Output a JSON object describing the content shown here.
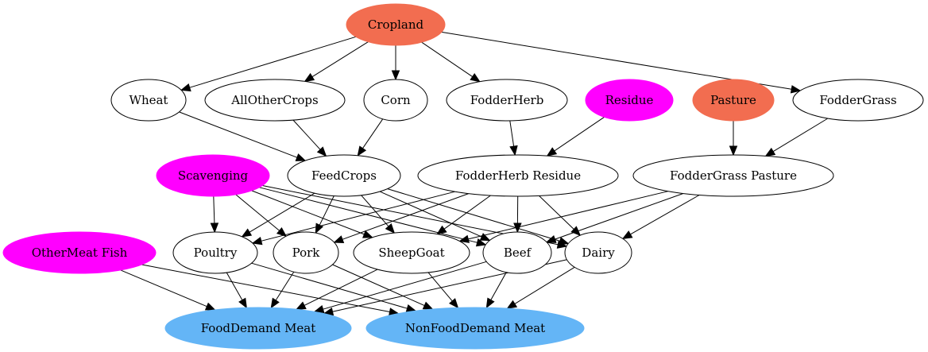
{
  "colors": {
    "land": "#f26d50",
    "side_input": "#ff00ff",
    "demand": "#64b5f6",
    "plain": "#ffffff",
    "stroke": "#000000"
  },
  "nodes": {
    "cropland": {
      "label": "Cropland",
      "kind": "land"
    },
    "wheat": {
      "label": "Wheat",
      "kind": "plain"
    },
    "all_other_crops": {
      "label": "AllOtherCrops",
      "kind": "plain"
    },
    "corn": {
      "label": "Corn",
      "kind": "plain"
    },
    "fodder_herb": {
      "label": "FodderHerb",
      "kind": "plain"
    },
    "residue": {
      "label": "Residue",
      "kind": "side_input"
    },
    "pasture": {
      "label": "Pasture",
      "kind": "land"
    },
    "fodder_grass": {
      "label": "FodderGrass",
      "kind": "plain"
    },
    "scavenging": {
      "label": "Scavenging",
      "kind": "side_input"
    },
    "feed_crops": {
      "label": "FeedCrops",
      "kind": "plain"
    },
    "fodder_herb_residue": {
      "label": "FodderHerb  Residue",
      "kind": "plain"
    },
    "fodder_grass_pasture": {
      "label": "FodderGrass  Pasture",
      "kind": "plain"
    },
    "other_meat_fish": {
      "label": "OtherMeat  Fish",
      "kind": "side_input"
    },
    "poultry": {
      "label": "Poultry",
      "kind": "plain"
    },
    "pork": {
      "label": "Pork",
      "kind": "plain"
    },
    "sheep_goat": {
      "label": "SheepGoat",
      "kind": "plain"
    },
    "beef": {
      "label": "Beef",
      "kind": "plain"
    },
    "dairy": {
      "label": "Dairy",
      "kind": "plain"
    },
    "food_demand_meat": {
      "label": "FoodDemand  Meat",
      "kind": "demand"
    },
    "nonfood_demand_meat": {
      "label": "NonFoodDemand  Meat",
      "kind": "demand"
    }
  },
  "edges": [
    {
      "from": "cropland",
      "to": "wheat"
    },
    {
      "from": "cropland",
      "to": "all_other_crops"
    },
    {
      "from": "cropland",
      "to": "corn"
    },
    {
      "from": "cropland",
      "to": "fodder_herb"
    },
    {
      "from": "cropland",
      "to": "fodder_grass"
    },
    {
      "from": "wheat",
      "to": "feed_crops"
    },
    {
      "from": "all_other_crops",
      "to": "feed_crops"
    },
    {
      "from": "corn",
      "to": "feed_crops"
    },
    {
      "from": "fodder_herb",
      "to": "fodder_herb_residue"
    },
    {
      "from": "residue",
      "to": "fodder_herb_residue"
    },
    {
      "from": "pasture",
      "to": "fodder_grass_pasture"
    },
    {
      "from": "fodder_grass",
      "to": "fodder_grass_pasture"
    },
    {
      "from": "scavenging",
      "to": "poultry"
    },
    {
      "from": "scavenging",
      "to": "pork"
    },
    {
      "from": "scavenging",
      "to": "sheep_goat"
    },
    {
      "from": "scavenging",
      "to": "beef"
    },
    {
      "from": "scavenging",
      "to": "dairy"
    },
    {
      "from": "feed_crops",
      "to": "poultry"
    },
    {
      "from": "feed_crops",
      "to": "pork"
    },
    {
      "from": "feed_crops",
      "to": "sheep_goat"
    },
    {
      "from": "feed_crops",
      "to": "beef"
    },
    {
      "from": "feed_crops",
      "to": "dairy"
    },
    {
      "from": "fodder_herb_residue",
      "to": "poultry"
    },
    {
      "from": "fodder_herb_residue",
      "to": "pork"
    },
    {
      "from": "fodder_herb_residue",
      "to": "sheep_goat"
    },
    {
      "from": "fodder_herb_residue",
      "to": "beef"
    },
    {
      "from": "fodder_herb_residue",
      "to": "dairy"
    },
    {
      "from": "fodder_grass_pasture",
      "to": "sheep_goat"
    },
    {
      "from": "fodder_grass_pasture",
      "to": "beef"
    },
    {
      "from": "fodder_grass_pasture",
      "to": "dairy"
    },
    {
      "from": "other_meat_fish",
      "to": "food_demand_meat"
    },
    {
      "from": "other_meat_fish",
      "to": "nonfood_demand_meat"
    },
    {
      "from": "poultry",
      "to": "food_demand_meat"
    },
    {
      "from": "poultry",
      "to": "nonfood_demand_meat"
    },
    {
      "from": "pork",
      "to": "food_demand_meat"
    },
    {
      "from": "pork",
      "to": "nonfood_demand_meat"
    },
    {
      "from": "sheep_goat",
      "to": "food_demand_meat"
    },
    {
      "from": "sheep_goat",
      "to": "nonfood_demand_meat"
    },
    {
      "from": "beef",
      "to": "food_demand_meat"
    },
    {
      "from": "beef",
      "to": "nonfood_demand_meat"
    },
    {
      "from": "dairy",
      "to": "food_demand_meat"
    },
    {
      "from": "dairy",
      "to": "nonfood_demand_meat"
    }
  ]
}
